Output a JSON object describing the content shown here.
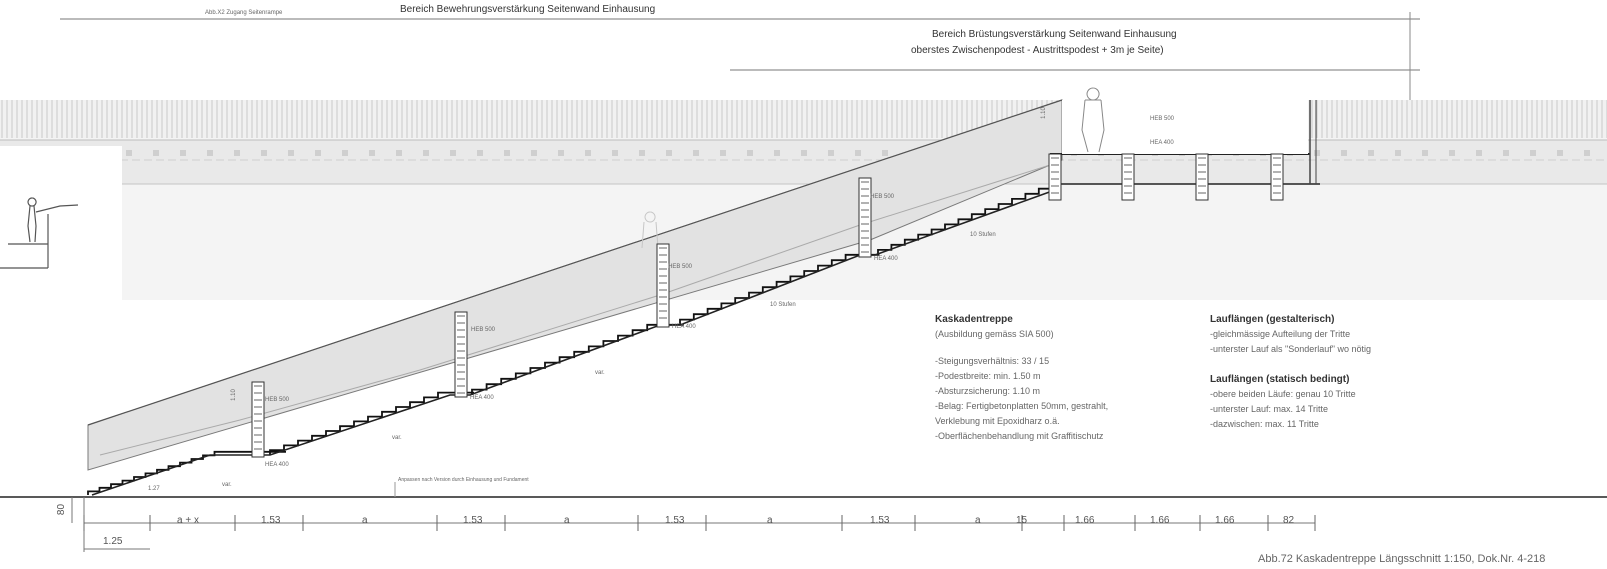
{
  "header": {
    "small_caption": "Abb.X2 Zugang Seitenrampe",
    "zone_reinforcement": "Bereich Bewehrungsverstärkung Seitenwand Einhausung",
    "zone_parapet_line1": "Bereich Brüstungsverstärkung Seitenwand Einhausung",
    "zone_parapet_line2": "oberstes Zwischenpodest - Austrittspodest + 3m je Seite)"
  },
  "profiles": [
    {
      "label": "HEB 500"
    },
    {
      "label": "HEB 500"
    },
    {
      "label": "HEB 500"
    },
    {
      "label": "HEB 500"
    },
    {
      "label": "HEB 500"
    }
  ],
  "beams": [
    {
      "label": "HEA 400"
    },
    {
      "label": "HEA 400"
    },
    {
      "label": "HEA 400"
    },
    {
      "label": "HEA 400"
    },
    {
      "label": "HEA 400"
    }
  ],
  "flights": {
    "upper_steps": "10 Stufen",
    "middle_steps": "10 Stufen"
  },
  "var_labels": [
    "var.",
    "var.",
    "var."
  ],
  "height_label": "1.10",
  "parapet_label": "1.10",
  "ground_note": "Anpassen nach Version durch Einhausung und Fundament",
  "note_kaskaden": {
    "title": "Kaskadentreppe",
    "subtitle": "(Ausbildung gemäss SIA 500)",
    "lines": [
      "-Steigungsverhältnis: 33 / 15",
      "-Podestbreite: min. 1.50 m",
      "-Absturzsicherung: 1.10 m",
      "-Belag: Fertigbetonplatten 50mm, gestrahlt,",
      "Verklebung mit Epoxidharz o.ä.",
      "-Oberflächenbehandlung mit Graffitischutz"
    ]
  },
  "note_gestalterisch": {
    "title": "Lauflängen (gestalterisch)",
    "lines": [
      "-gleichmässige Aufteilung der Tritte",
      "-unterster Lauf als \"Sonderlauf\" wo nötig"
    ]
  },
  "note_statisch": {
    "title": "Lauflängen (statisch bedingt)",
    "lines": [
      "-obere beiden Läufe: genau 10 Tritte",
      "-unterster Lauf: max. 14 Tritte",
      "-dazwischen: max. 11 Tritte"
    ]
  },
  "dimensions": {
    "left_height": "80",
    "first": "1.25",
    "small": "1.27",
    "segments": [
      "a + x",
      "1.53",
      "a",
      "1.53",
      "a",
      "1.53",
      "a",
      "1.53",
      "a",
      "15",
      "1.66",
      "1.66",
      "1.66",
      "82"
    ]
  },
  "caption": "Abb.72 Kaskadentreppe Längsschnitt 1:150, Dok.Nr. 4-218"
}
